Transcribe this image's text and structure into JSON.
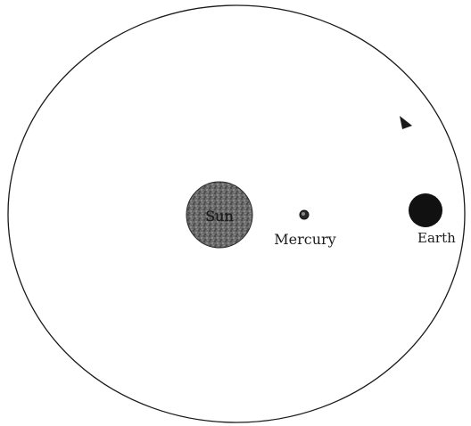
{
  "diagram": {
    "labels": {
      "sun": "Sun",
      "mercury": "Mercury",
      "earth": "Earth"
    },
    "colors": {
      "ink": "#1a1a1a",
      "sun_fill": "#5a5a5a",
      "earth_fill": "#111111",
      "background": "#ffffff"
    }
  }
}
